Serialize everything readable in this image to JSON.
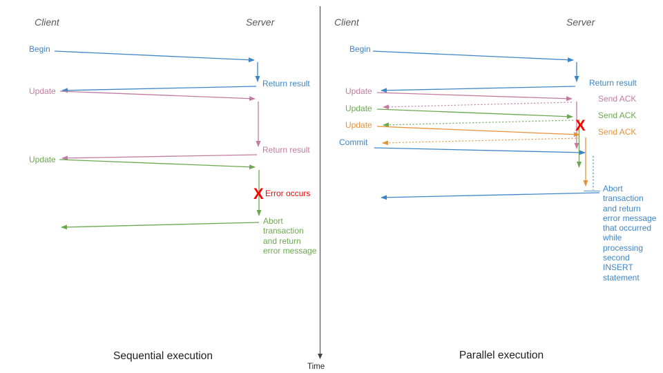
{
  "colors": {
    "blue": "#3d85c6",
    "pink": "#c27ba0",
    "green": "#6aa84f",
    "orange": "#e69138",
    "red": "#ff0000",
    "actor_gray": "#58585a",
    "title_black": "#1f1f1f"
  },
  "time_axis": {
    "label": "Time"
  },
  "left": {
    "title": "Sequential execution",
    "client": "Client",
    "server": "Server",
    "begin": "Begin",
    "return_result_1": "Return result",
    "update_1": "Update",
    "return_result_2": "Return result",
    "update_2": "Update",
    "error_mark": "X",
    "error_label": "Error occurs",
    "abort_note": "Abort\ntransaction\nand return\nerror message"
  },
  "right": {
    "title": "Parallel execution",
    "client": "Client",
    "server": "Server",
    "begin": "Begin",
    "return_result": "Return result",
    "update_1": "Update",
    "send_ack_1": "Send ACK",
    "update_2": "Update",
    "send_ack_2": "Send ACK",
    "update_3": "Update",
    "send_ack_3": "Send ACK",
    "commit": "Commit",
    "error_mark": "X",
    "abort_note": "Abort\ntransaction\nand return\nerror message\nthat occurred\nwhile\nprocessing\nsecond\nINSERT\nstatement"
  }
}
